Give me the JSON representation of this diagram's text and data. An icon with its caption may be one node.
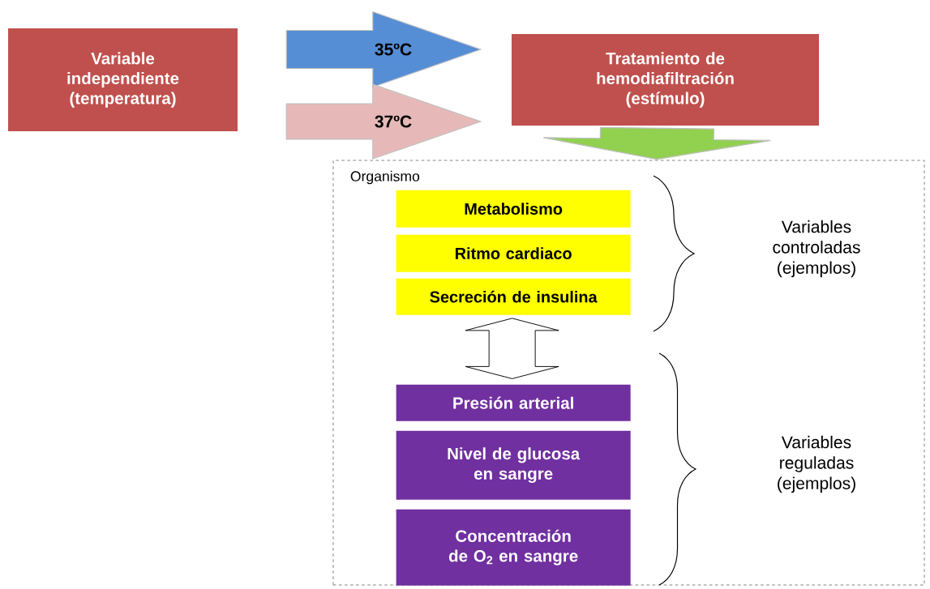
{
  "diagram": {
    "nodes": [
      {
        "text": [
          "Variable independiente (temperatura)"
        ]
      },
      {
        "text": [
          "Tratamiento de hemodiafiltración (estímulo)"
        ]
      },
      {
        "text": [
          "Organismo"
        ]
      },
      {
        "text": [
          "Metabolismo"
        ],
        "in": 2
      },
      {
        "text": [
          "Ritmo cardiaco"
        ],
        "in": 2
      },
      {
        "text": [
          "Secreción de insulina"
        ],
        "in": 2
      },
      {
        "text": [
          "Presión arterial"
        ],
        "in": 2
      },
      {
        "text": [
          "Nivel de glucosa en sangre"
        ],
        "in": 2
      },
      {
        "text": [
          "Concentración de O$_{2}$ en sangre"
        ],
        "in": 2
      }
    ],
    "edges": [
      {
        "from": 0,
        "to": 1,
        "arrow": "to",
        "label": "35ºC",
        "color": "#558ed5"
      },
      {
        "from": 0,
        "to": 1,
        "arrow": "to",
        "label": "37ºC",
        "color": "#e6b9b8"
      },
      {
        "from": 1,
        "to": 2,
        "arrow": "to",
        "color": "#92d050"
      },
      {
        "from": 5,
        "to": 6,
        "arrow": "both"
      }
    ],
    "labels": [
      "Variables controladas (ejemplos)",
      "Variables reguladas (ejemplos)"
    ]
  }
}
